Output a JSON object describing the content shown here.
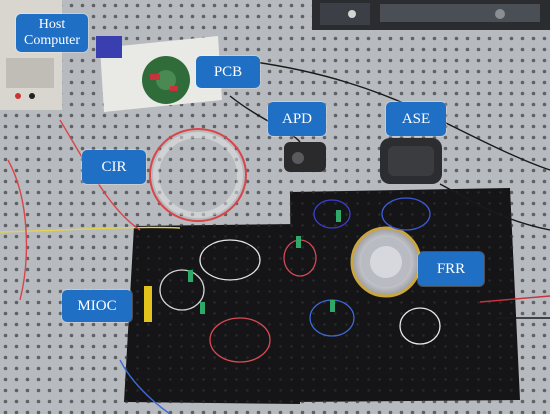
{
  "labels": {
    "host_computer": "Host\nComputer",
    "pcb": "PCB",
    "apd": "APD",
    "ase": "ASE",
    "cir": "CIR",
    "frr": "FRR",
    "mioc": "MIOC"
  },
  "colors": {
    "label_bg": "#1f6fc4",
    "table": "#b9bcc0",
    "board": "#141416"
  }
}
